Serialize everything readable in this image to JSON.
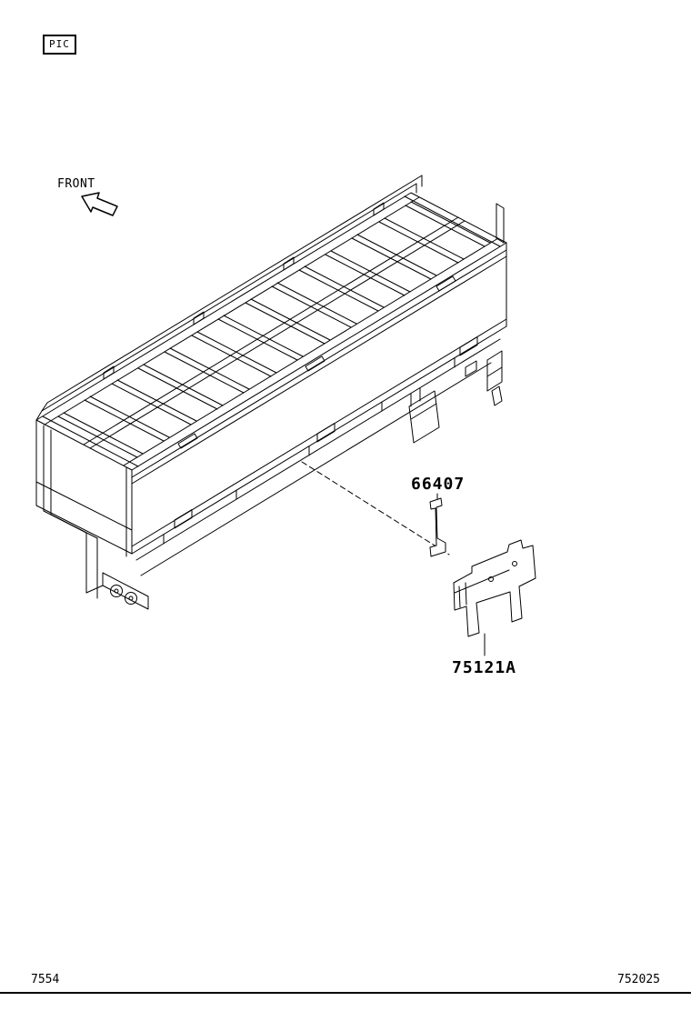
{
  "colors": {
    "background": "#ffffff",
    "line": "#000000"
  },
  "pic_box": {
    "label": "PIC"
  },
  "orientation": {
    "front_label": "FRONT",
    "arrow_direction": "up-left"
  },
  "diagram": {
    "type": "exploded-parts-line-drawing",
    "subject": "truck rear deck / body assembly with slatted floor, drop-side panel and mud-flap bracket parts",
    "callouts": [
      {
        "part_number": "66407"
      },
      {
        "part_number": "75121A"
      }
    ]
  },
  "footer": {
    "page_code": "7554",
    "figure_code": "752025"
  }
}
